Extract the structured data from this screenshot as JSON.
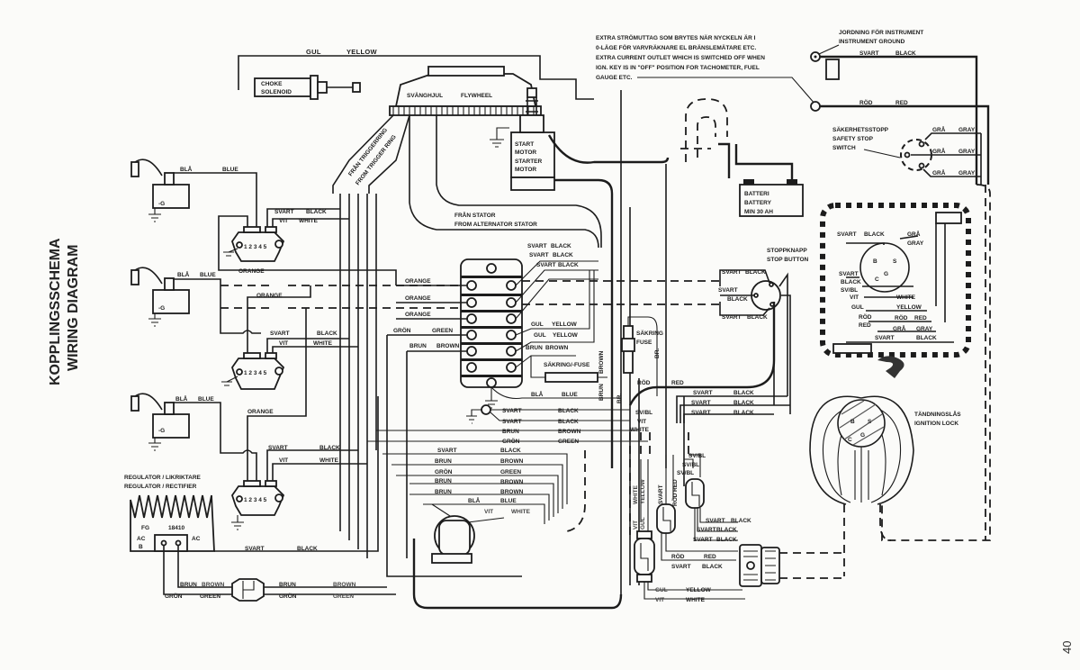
{
  "title": {
    "line1": "KOPPLINGSSCHEMA",
    "line2": "WIRING DIAGRAM"
  },
  "page_number": "40",
  "notes": {
    "extra_outlet": [
      "EXTRA STRÖMUTTAG SOM BRYTES NÄR NYCKELN ÄR I",
      "0-LÄGE FÖR VARVRÄKNARE EL BRÄNSLEMÄTARE ETC.",
      "EXTRA CURRENT OUTLET WHICH IS SWITCHED OFF WHEN",
      "IGN. KEY IS IN \"OFF\" POSITION FOR TACHOMETER, FUEL",
      "GAUGE ETC."
    ],
    "instrument_ground": [
      "JORDNING FÖR INSTRUMENT",
      "INSTRUMENT GROUND"
    ]
  },
  "components": {
    "choke": [
      "CHOKE",
      "SOLENOID"
    ],
    "flywheel_sv": "SVÄNGHJUL",
    "flywheel_en": "FLYWHEEL",
    "starter": [
      "START",
      "MOTOR",
      "STARTER",
      "MOTOR"
    ],
    "trigger_sv": "FRÅN TRIGGERRING",
    "trigger_en": "FROM TRIGGER RING",
    "stator": [
      "FRÅN STATOR",
      "FROM ALTERNATOR STATOR"
    ],
    "battery": [
      "BATTERI",
      "BATTERY",
      "MIN 30 AH"
    ],
    "safety_switch": [
      "SÄKERHETSSTOPP",
      "SAFETY STOP",
      "SWITCH"
    ],
    "stop_button": [
      "STOPPKNAPP",
      "STOP BUTTON"
    ],
    "fuse_main": "SÄKRING/-FUSE",
    "fuse_side": [
      "SÄKRING",
      "FUSE"
    ],
    "ignition_lock": [
      "TÄNDNINGSLÅS",
      "IGNITION LOCK"
    ],
    "regulator": [
      "REGULATOR / LIKRIKTARE",
      "REGULATOR / RECTIFIER"
    ],
    "regulator_model": [
      "FG",
      "18410"
    ],
    "regulator_ac1": [
      "AC",
      "B"
    ],
    "regulator_ac2": "AC",
    "coil_ground": "-G",
    "module_pins": "1 2 3  4 5"
  },
  "wire_labels": {
    "gul": "GUL",
    "yellow": "YELLOW",
    "svart": "SVART",
    "black": "BLACK",
    "rod": "RÖD",
    "red": "RED",
    "gra": "GRÅ",
    "gray": "GRAY",
    "bla": "BLÅ",
    "blue": "BLUE",
    "vit": "VIT",
    "white": "WHITE",
    "orange": "ORANGE",
    "gron": "GRÖN",
    "green": "GREEN",
    "brun": "BRUN",
    "brown": "BROWN",
    "svbl": "SV/BL",
    "br": "BR."
  }
}
